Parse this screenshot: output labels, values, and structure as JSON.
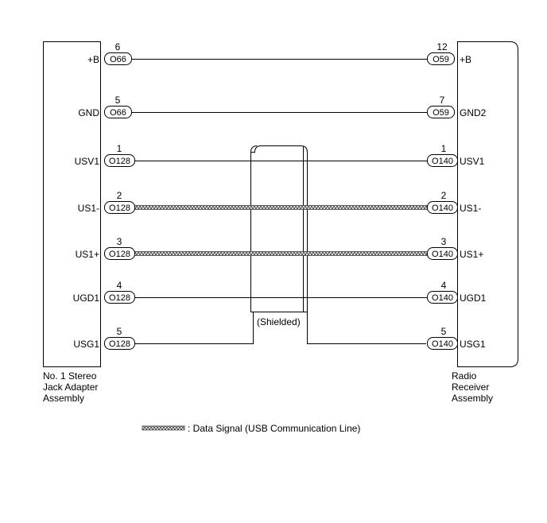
{
  "left_assembly": {
    "label_lines": [
      "No. 1 Stereo",
      "Jack Adapter",
      "Assembly"
    ]
  },
  "right_assembly": {
    "label_lines": [
      "Radio",
      "Receiver",
      "Assembly"
    ]
  },
  "wires": [
    {
      "left_signal": "+B",
      "left_pin": "6",
      "left_connector": "O66",
      "right_pin": "12",
      "right_connector": "O59",
      "right_signal": "+B",
      "type": "plain"
    },
    {
      "left_signal": "GND",
      "left_pin": "5",
      "left_connector": "O66",
      "right_pin": "7",
      "right_connector": "O59",
      "right_signal": "GND2",
      "type": "plain"
    },
    {
      "left_signal": "USV1",
      "left_pin": "1",
      "left_connector": "O128",
      "right_pin": "1",
      "right_connector": "O140",
      "right_signal": "USV1",
      "type": "plain"
    },
    {
      "left_signal": "US1-",
      "left_pin": "2",
      "left_connector": "O128",
      "right_pin": "2",
      "right_connector": "O140",
      "right_signal": "US1-",
      "type": "data"
    },
    {
      "left_signal": "US1+",
      "left_pin": "3",
      "left_connector": "O128",
      "right_pin": "3",
      "right_connector": "O140",
      "right_signal": "US1+",
      "type": "data"
    },
    {
      "left_signal": "UGD1",
      "left_pin": "4",
      "left_connector": "O128",
      "right_pin": "4",
      "right_connector": "O140",
      "right_signal": "UGD1",
      "type": "plain"
    },
    {
      "left_signal": "USG1",
      "left_pin": "5",
      "left_connector": "O128",
      "right_pin": "5",
      "right_connector": "O140",
      "right_signal": "USG1",
      "type": "shield-drain"
    }
  ],
  "shield": {
    "label": "(Shielded)"
  },
  "legend": {
    "label": ": Data Signal (USB Communication Line)"
  }
}
